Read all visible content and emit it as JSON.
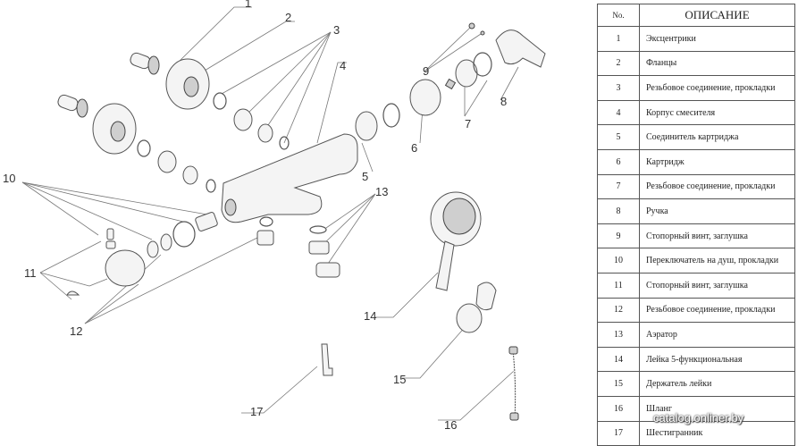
{
  "table": {
    "header_no": "No.",
    "header_desc": "ОПИСАНИЕ",
    "rows": [
      {
        "no": "1",
        "desc": "Эксцентрики"
      },
      {
        "no": "2",
        "desc": "Фланцы"
      },
      {
        "no": "3",
        "desc": "Резьбовое соединение, прокладки"
      },
      {
        "no": "4",
        "desc": "Корпус смесителя"
      },
      {
        "no": "5",
        "desc": "Соединитель картриджа"
      },
      {
        "no": "6",
        "desc": "Картридж"
      },
      {
        "no": "7",
        "desc": "Резьбовое соединение, прокладки"
      },
      {
        "no": "8",
        "desc": "Ручка"
      },
      {
        "no": "9",
        "desc": "Стопорный винт, заглушка"
      },
      {
        "no": "10",
        "desc": "Переключатель на душ, прокладки"
      },
      {
        "no": "11",
        "desc": "Стопорный винт, заглушка"
      },
      {
        "no": "12",
        "desc": "Резьбовое соединение, прокладки"
      },
      {
        "no": "13",
        "desc": "Аэратор"
      },
      {
        "no": "14",
        "desc": "Лейка 5-функциональная"
      },
      {
        "no": "15",
        "desc": "Держатель лейки"
      },
      {
        "no": "16",
        "desc": "Шланг"
      },
      {
        "no": "17",
        "desc": "Шестигранник"
      }
    ]
  },
  "callouts": [
    "1",
    "2",
    "3",
    "4",
    "5",
    "6",
    "7",
    "8",
    "9",
    "10",
    "11",
    "12",
    "13",
    "14",
    "15",
    "16",
    "17"
  ],
  "watermark": "catalog.onliner.by"
}
